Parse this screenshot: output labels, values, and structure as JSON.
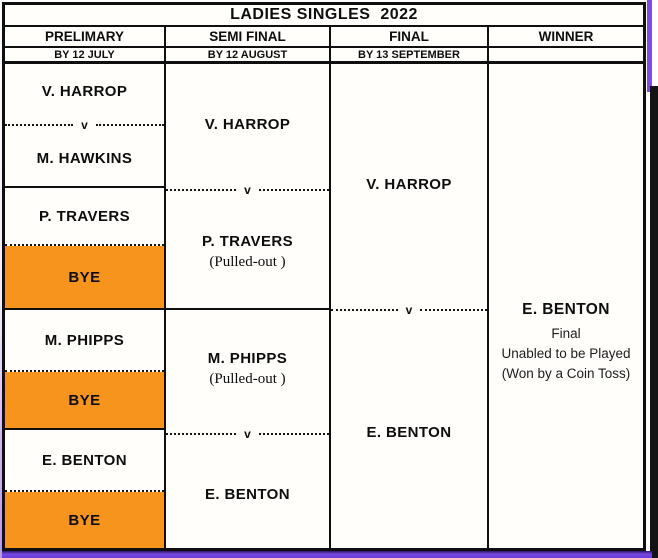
{
  "title": "LADIES SINGLES  2022",
  "columns": [
    {
      "label": "PRELIMARY",
      "date": "BY 12 JULY"
    },
    {
      "label": "SEMI FINAL",
      "date": "BY 12 AUGUST"
    },
    {
      "label": "FINAL",
      "date": "BY 13 SEPTEMBER"
    },
    {
      "label": "WINNER",
      "date": ""
    }
  ],
  "versus_label": "v",
  "prelim": {
    "match1": {
      "p1": "V. HARROP",
      "p2": "M. HAWKINS"
    },
    "match2": {
      "p1": "P. TRAVERS",
      "p2": "BYE"
    },
    "match3": {
      "p1": "M. PHIPPS",
      "p2": "BYE"
    },
    "match4": {
      "p1": "E. BENTON",
      "p2": "BYE"
    }
  },
  "semifinal": {
    "match1": {
      "p1": "V. HARROP",
      "p2": "P. TRAVERS",
      "p2_note": "(Pulled-out )"
    },
    "match2": {
      "p1": "M. PHIPPS",
      "p1_note": "(Pulled-out )",
      "p2": "E. BENTON"
    }
  },
  "final": {
    "p1": "V. HARROP",
    "p2": "E. BENTON"
  },
  "winner": {
    "name": "E. BENTON",
    "note_line1": "Final",
    "note_line2": "Unabled to be Played",
    "note_line3": "(Won by a Coin Toss)"
  },
  "colors": {
    "bye_orange": "#F7941D",
    "accent_purple": "#6B3FD4"
  }
}
